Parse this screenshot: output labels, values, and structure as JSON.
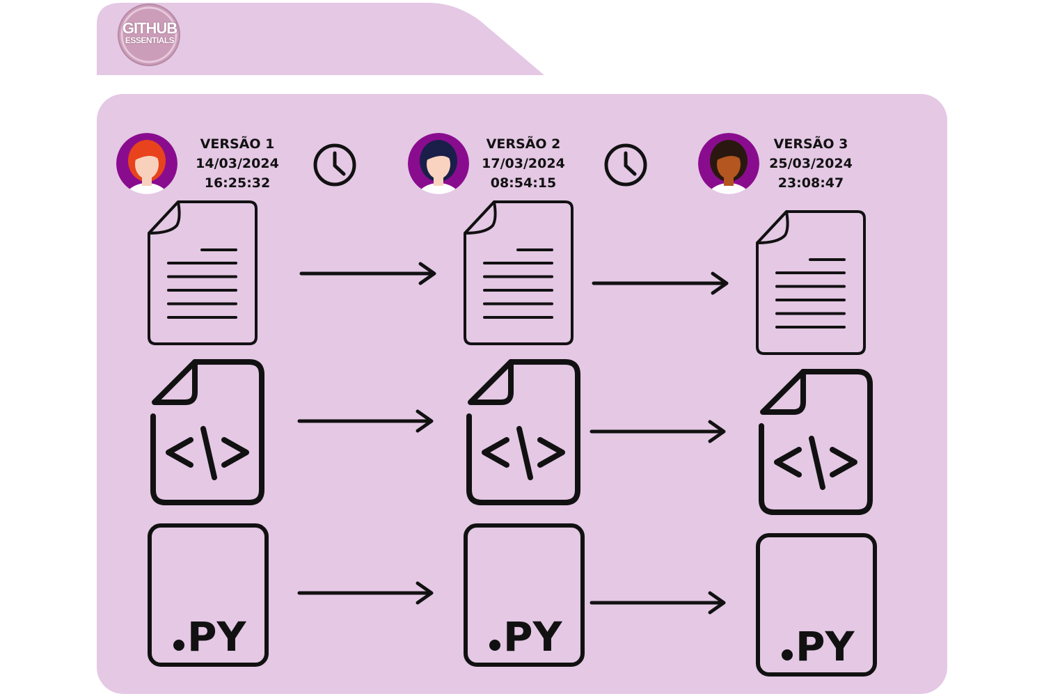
{
  "logo": {
    "line1": "GITHUB",
    "line2": "ESSENTIALS"
  },
  "versions": [
    {
      "label": "VERSÃO 1",
      "date": "14/03/2024",
      "time": "16:25:32",
      "hair": "#e8431c",
      "skin": "#f8d1bd",
      "avatar_bg": "#8a0c8e"
    },
    {
      "label": "VERSÃO 2",
      "date": "17/03/2024",
      "time": "08:54:15",
      "hair": "#1a1f4a",
      "skin": "#fad3c0",
      "avatar_bg": "#8a0c8e"
    },
    {
      "label": "VERSÃO 3",
      "date": "25/03/2024",
      "time": "23:08:47",
      "hair": "#2a1810",
      "skin": "#b4561f",
      "avatar_bg": "#8a0c8e"
    }
  ],
  "file_types": [
    "document",
    "code",
    "python"
  ],
  "file_labels": {
    "python": ".PY",
    "code": "</>"
  },
  "colors": {
    "panel": "#e4c8e4",
    "stroke": "#111111",
    "avatar_bg": "#8a0c8e"
  }
}
